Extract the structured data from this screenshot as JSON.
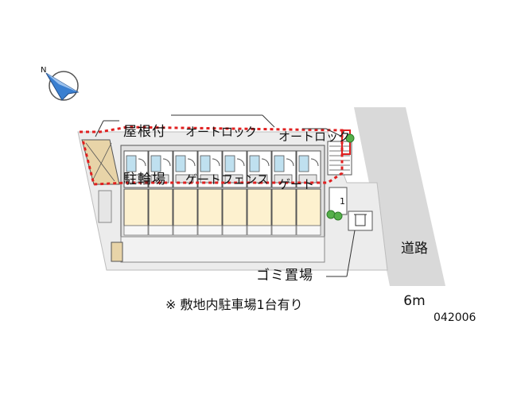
{
  "labels": {
    "bike_parking": [
      "屋根付",
      "駐輪場"
    ],
    "autolock_fence": [
      "オートロック",
      "ゲートフェンス"
    ],
    "autolock_gate": [
      "オートロック",
      "ゲート"
    ],
    "road": [
      "道路",
      "6m"
    ],
    "garbage": "ゴミ置場",
    "note": "※ 敷地内駐車場1台有り",
    "code": "042006",
    "compass": "N",
    "parking_number": "1"
  },
  "unit_count": 8,
  "colors": {
    "building_fill": "#e0e0e0",
    "unit_fill": "#fdf1cf",
    "bath_fill": "#bfe0ef",
    "road_fill": "#d9d9d9",
    "fence_red": "#e02020",
    "bike_fill": "#e8d4a8",
    "green": "#55b04a",
    "compass_blue": "#3a7fd0"
  },
  "icons": [
    "compass-icon",
    "tree-icon",
    "garbage-bin-icon",
    "parking-icon"
  ]
}
